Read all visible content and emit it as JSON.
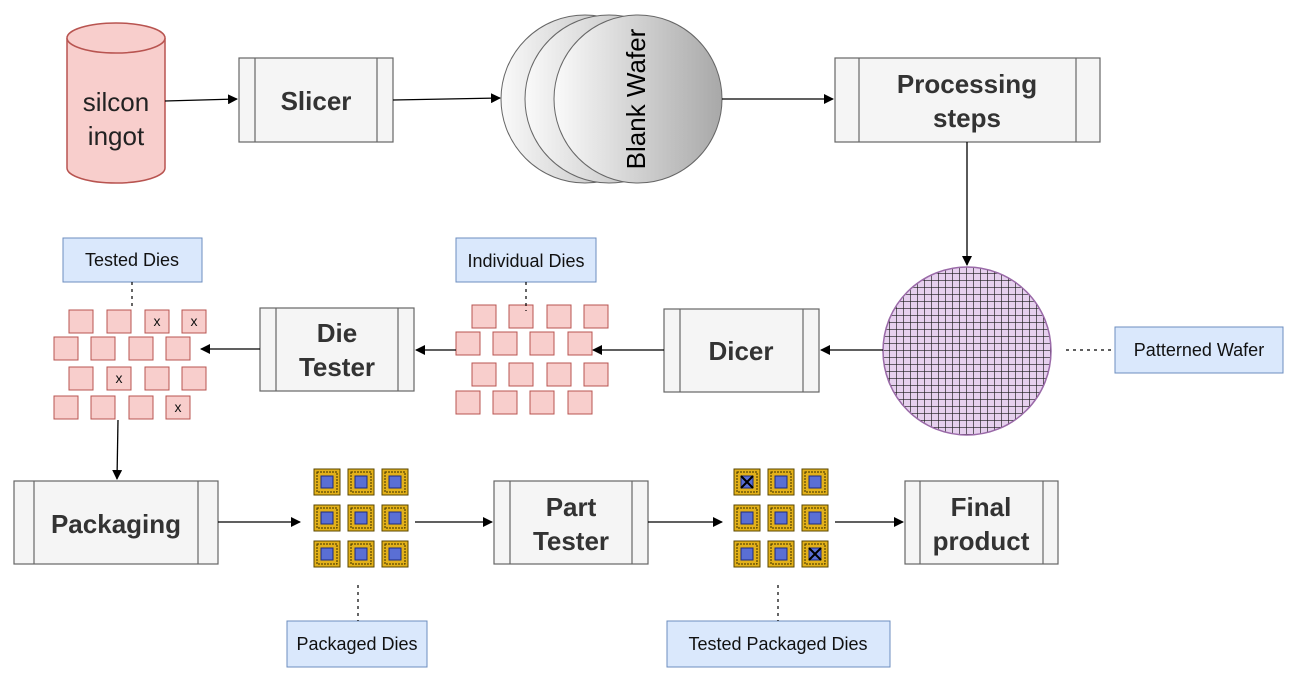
{
  "colors": {
    "process_fill": "#f5f5f5",
    "process_stroke": "#666666",
    "callout_fill": "#dae8fc",
    "callout_stroke": "#6c8ebf",
    "die_fill": "#f8cecc",
    "die_stroke": "#b85450",
    "chip_gold": "#e3b11a",
    "chip_core": "#5a6fd4"
  },
  "ingot": {
    "line1": "silcon",
    "line2": "ingot"
  },
  "blank_wafer": {
    "label": "Blank Wafer"
  },
  "processes": {
    "slicer": {
      "lines": [
        "Slicer"
      ]
    },
    "processing": {
      "lines": [
        "Processing",
        "steps"
      ]
    },
    "dicer": {
      "lines": [
        "Dicer"
      ]
    },
    "die_tester": {
      "lines": [
        "Die",
        "Tester"
      ]
    },
    "packaging": {
      "lines": [
        "Packaging"
      ]
    },
    "part_tester": {
      "lines": [
        "Part",
        "Tester"
      ]
    },
    "final_product": {
      "lines": [
        "Final",
        "product"
      ]
    }
  },
  "callouts": {
    "patterned_wafer": "Patterned Wafer",
    "individual_dies": "Individual Dies",
    "tested_dies": "Tested Dies",
    "packaged_dies": "Packaged Dies",
    "tested_packaged_dies": "Tested Packaged Dies"
  },
  "tested_dies": {
    "fail_mark": "x"
  }
}
